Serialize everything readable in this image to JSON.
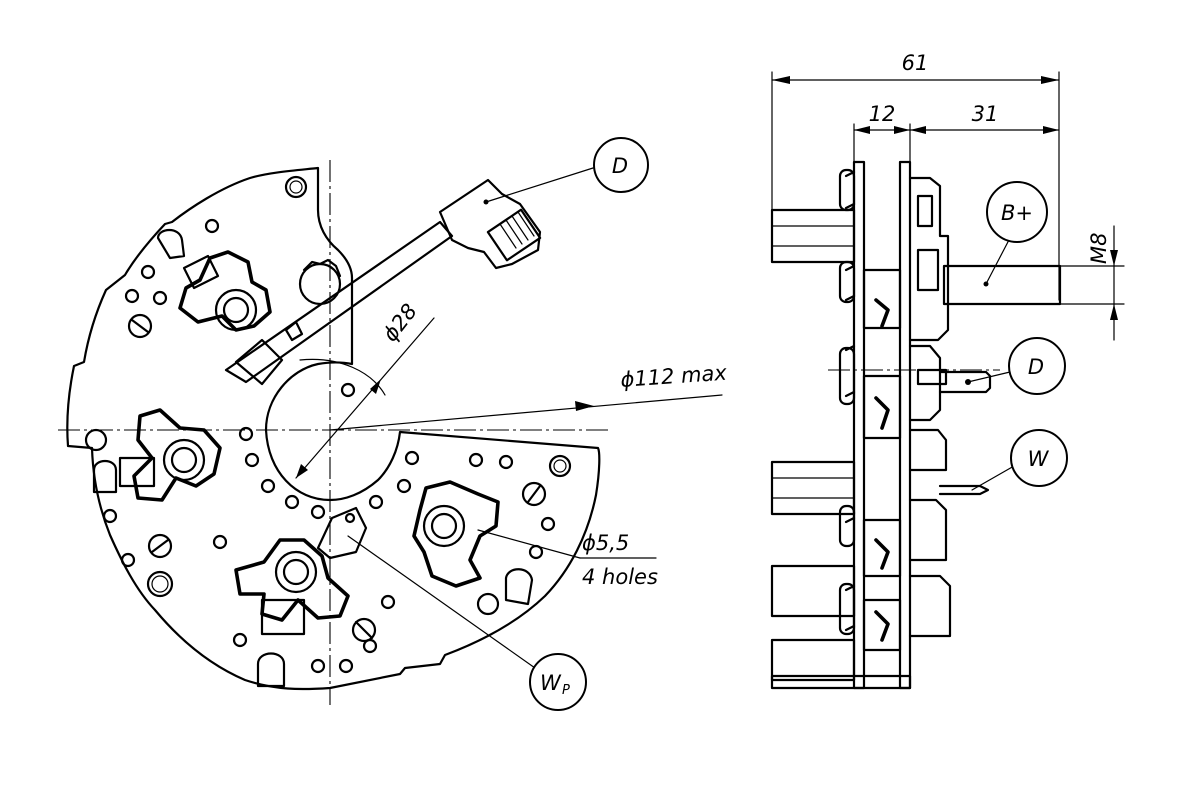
{
  "labels": {
    "callout_d_front": "D",
    "callout_wp_main": "W",
    "callout_wp_sub": "P",
    "callout_bplus": "B+",
    "callout_d_side": "D",
    "callout_w_side": "W"
  },
  "dimensions": {
    "bore_diameter": "ϕ28",
    "outer_diameter": "ϕ112 max",
    "hole_diameter": "ϕ5,5",
    "hole_count": "4 holes",
    "overall_width": "61",
    "plate_gap": "12",
    "terminal_offset": "31",
    "thread": "M8"
  }
}
